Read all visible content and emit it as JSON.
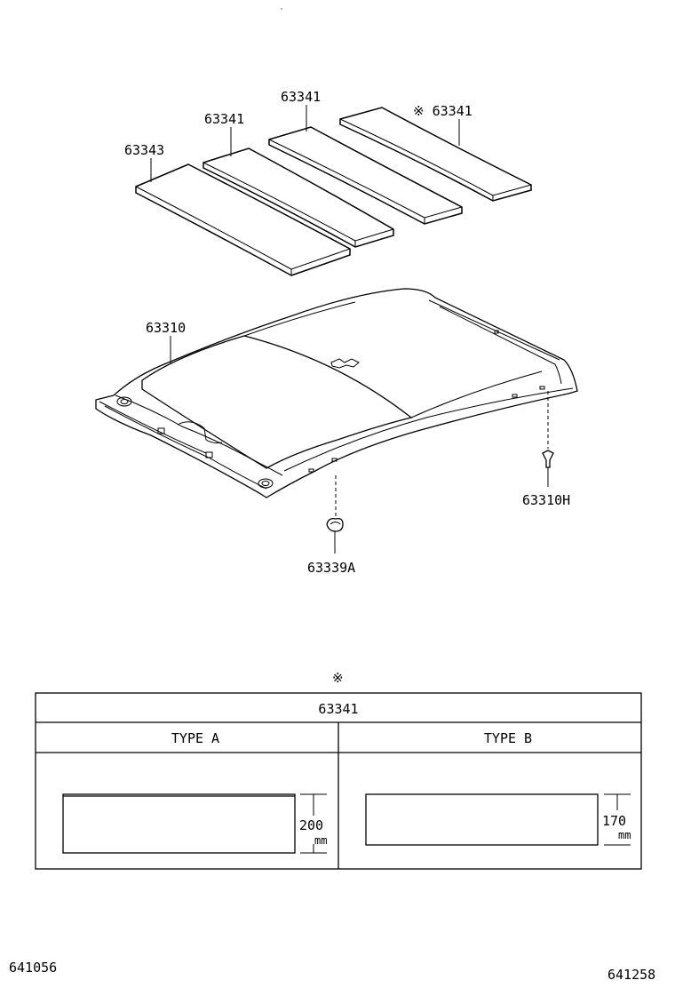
{
  "callouts": {
    "pad_1": "63343",
    "pad_2": "63341",
    "pad_3": "63341",
    "pad_4": "※ 63341",
    "headlining": "63310",
    "clip_right": "63310H",
    "clip_left": "63339A"
  },
  "note_mark": "※",
  "table": {
    "title": "63341",
    "type_a": {
      "label": "TYPE  A",
      "dimension": "200",
      "unit": "mm"
    },
    "type_b": {
      "label": "TYPE  B",
      "dimension": "170",
      "unit": "mm"
    }
  },
  "footer": {
    "left_code": "641056",
    "right_code": "641258"
  }
}
